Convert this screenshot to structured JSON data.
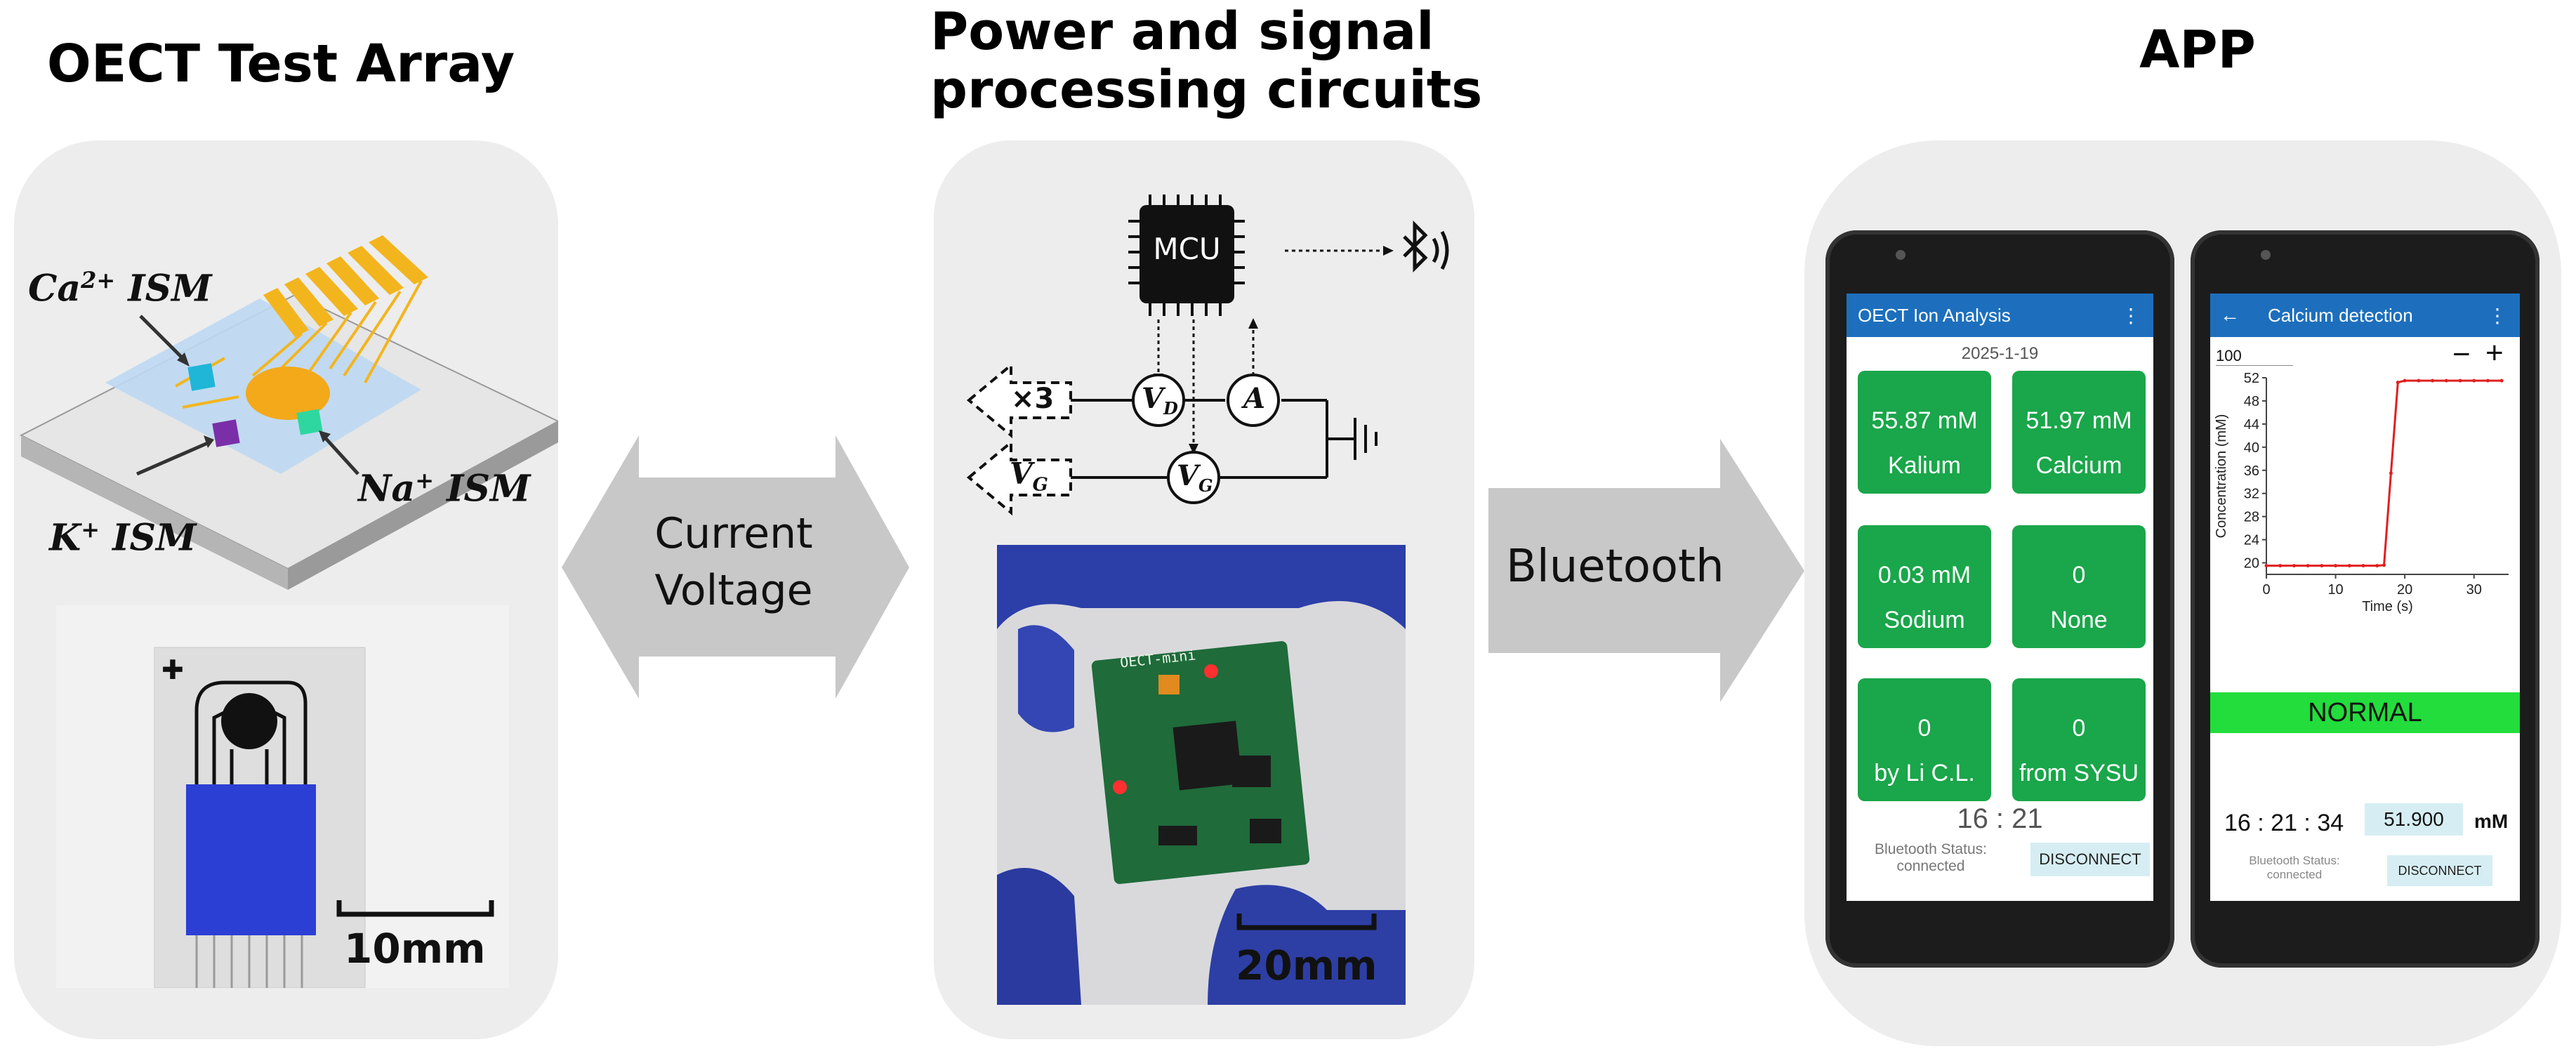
{
  "titles": {
    "left": "OECT Test Array",
    "middle_line1": "Power and signal",
    "middle_line2": "processing circuits",
    "right": "APP"
  },
  "left_panel": {
    "ca_label": "Ca",
    "ca_sup": "2+",
    "ca_ism": "ISM",
    "k_label": "K",
    "k_sup": "+",
    "k_ism": "ISM",
    "na_label": "Na",
    "na_sup": "+",
    "na_ism": "ISM",
    "scale_label": "10mm"
  },
  "arrow_left": {
    "line1": "Current",
    "line2": "Voltage"
  },
  "circuit": {
    "mcu": "MCU",
    "x3": "×3",
    "vd": "V",
    "vd_sub": "D",
    "vg": "V",
    "vg_sub": "G",
    "vg_box": "V",
    "vg_box_sub": "G",
    "ammeter": "A",
    "board_text": "OECT-mini",
    "scale_label": "20mm"
  },
  "arrow_right": {
    "label": "Bluetooth"
  },
  "phone1": {
    "title": "OECT Ion Analysis",
    "date": "2025-1-19",
    "tiles": [
      {
        "value": "55.87 mM",
        "name": "Kalium"
      },
      {
        "value": "51.97 mM",
        "name": "Calcium"
      },
      {
        "value": "0.03 mM",
        "name": "Sodium"
      },
      {
        "value": "0",
        "name": "None"
      },
      {
        "value": "0",
        "name": "by Li C.L."
      },
      {
        "value": "0",
        "name": "from SYSU"
      }
    ],
    "time": "16 : 21",
    "bt_status_line1": "Bluetooth Status:",
    "bt_status_line2": "connected",
    "disconnect": "DISCONNECT"
  },
  "phone2": {
    "title": "Calcium detection",
    "zoom_value": "100",
    "minus": "−",
    "plus": "+",
    "status": "NORMAL",
    "time": "16 : 21 : 34",
    "reading": "51.900",
    "unit": "mM",
    "bt_status_line1": "Bluetooth Status:",
    "bt_status_line2": "connected",
    "disconnect": "DISCONNECT"
  },
  "chart_data": {
    "type": "line",
    "xlabel": "Time (s)",
    "ylabel": "Concentration (mM)",
    "xlim": [
      0,
      35
    ],
    "ylim": [
      18,
      52
    ],
    "xticks": [
      0,
      10,
      20,
      30
    ],
    "yticks": [
      20,
      24,
      28,
      32,
      36,
      40,
      44,
      48,
      52
    ],
    "ytick_labels": [
      "20",
      "24",
      "28",
      "32",
      "36",
      "40",
      "44",
      "48",
      "52"
    ],
    "color": "#e02020",
    "series": [
      {
        "x": [
          0,
          2,
          4,
          6,
          8,
          10,
          12,
          14,
          16,
          17,
          18,
          19,
          20,
          22,
          24,
          26,
          28,
          30,
          32,
          34
        ],
        "y": [
          19.5,
          19.5,
          19.5,
          19.5,
          19.5,
          19.5,
          19.5,
          19.5,
          19.5,
          19.6,
          35.5,
          51.2,
          51.5,
          51.5,
          51.5,
          51.5,
          51.5,
          51.5,
          51.5,
          51.5
        ]
      }
    ]
  },
  "colors": {
    "panel": "#ededed",
    "arrow": "#c8c8c8",
    "app_blue": "#1d6fbd",
    "tile_green": "#1aa64a",
    "normal_green": "#22dd3c",
    "line_red": "#e02020"
  }
}
